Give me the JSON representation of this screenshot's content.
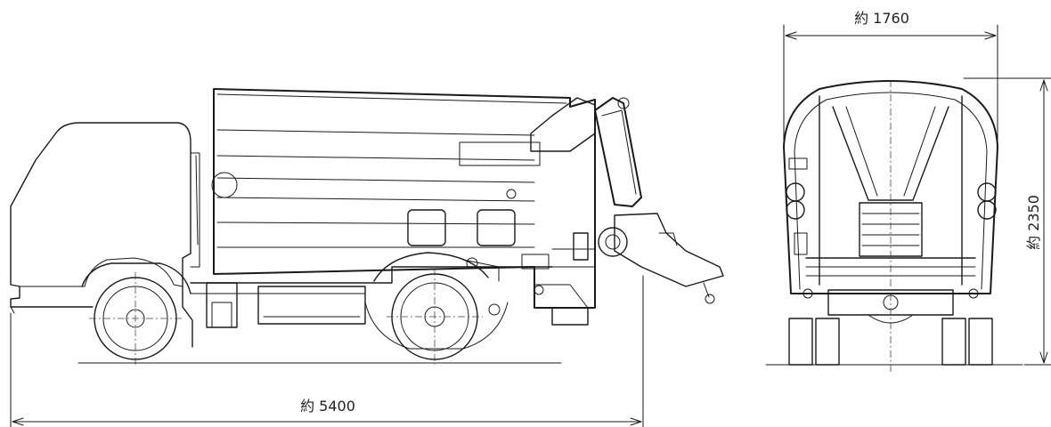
{
  "dimensions": {
    "overall_length": "約 5400",
    "width": "約 1760",
    "height": "約 2350"
  }
}
